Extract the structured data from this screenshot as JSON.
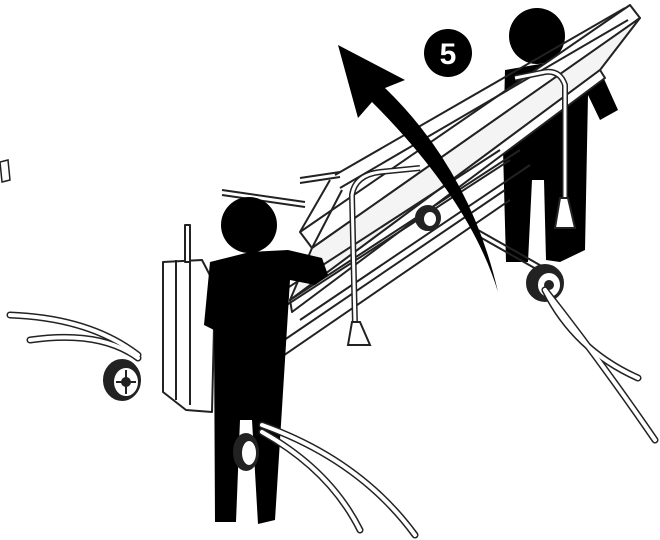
{
  "step": {
    "number": "5"
  },
  "colors": {
    "ink": "#000000",
    "paper": "#ffffff",
    "line": "#222222",
    "panel": "#f4f4f4"
  },
  "icons": {
    "rotation_arrow": "curved-arrow-up-left",
    "person": "person-pictogram"
  }
}
